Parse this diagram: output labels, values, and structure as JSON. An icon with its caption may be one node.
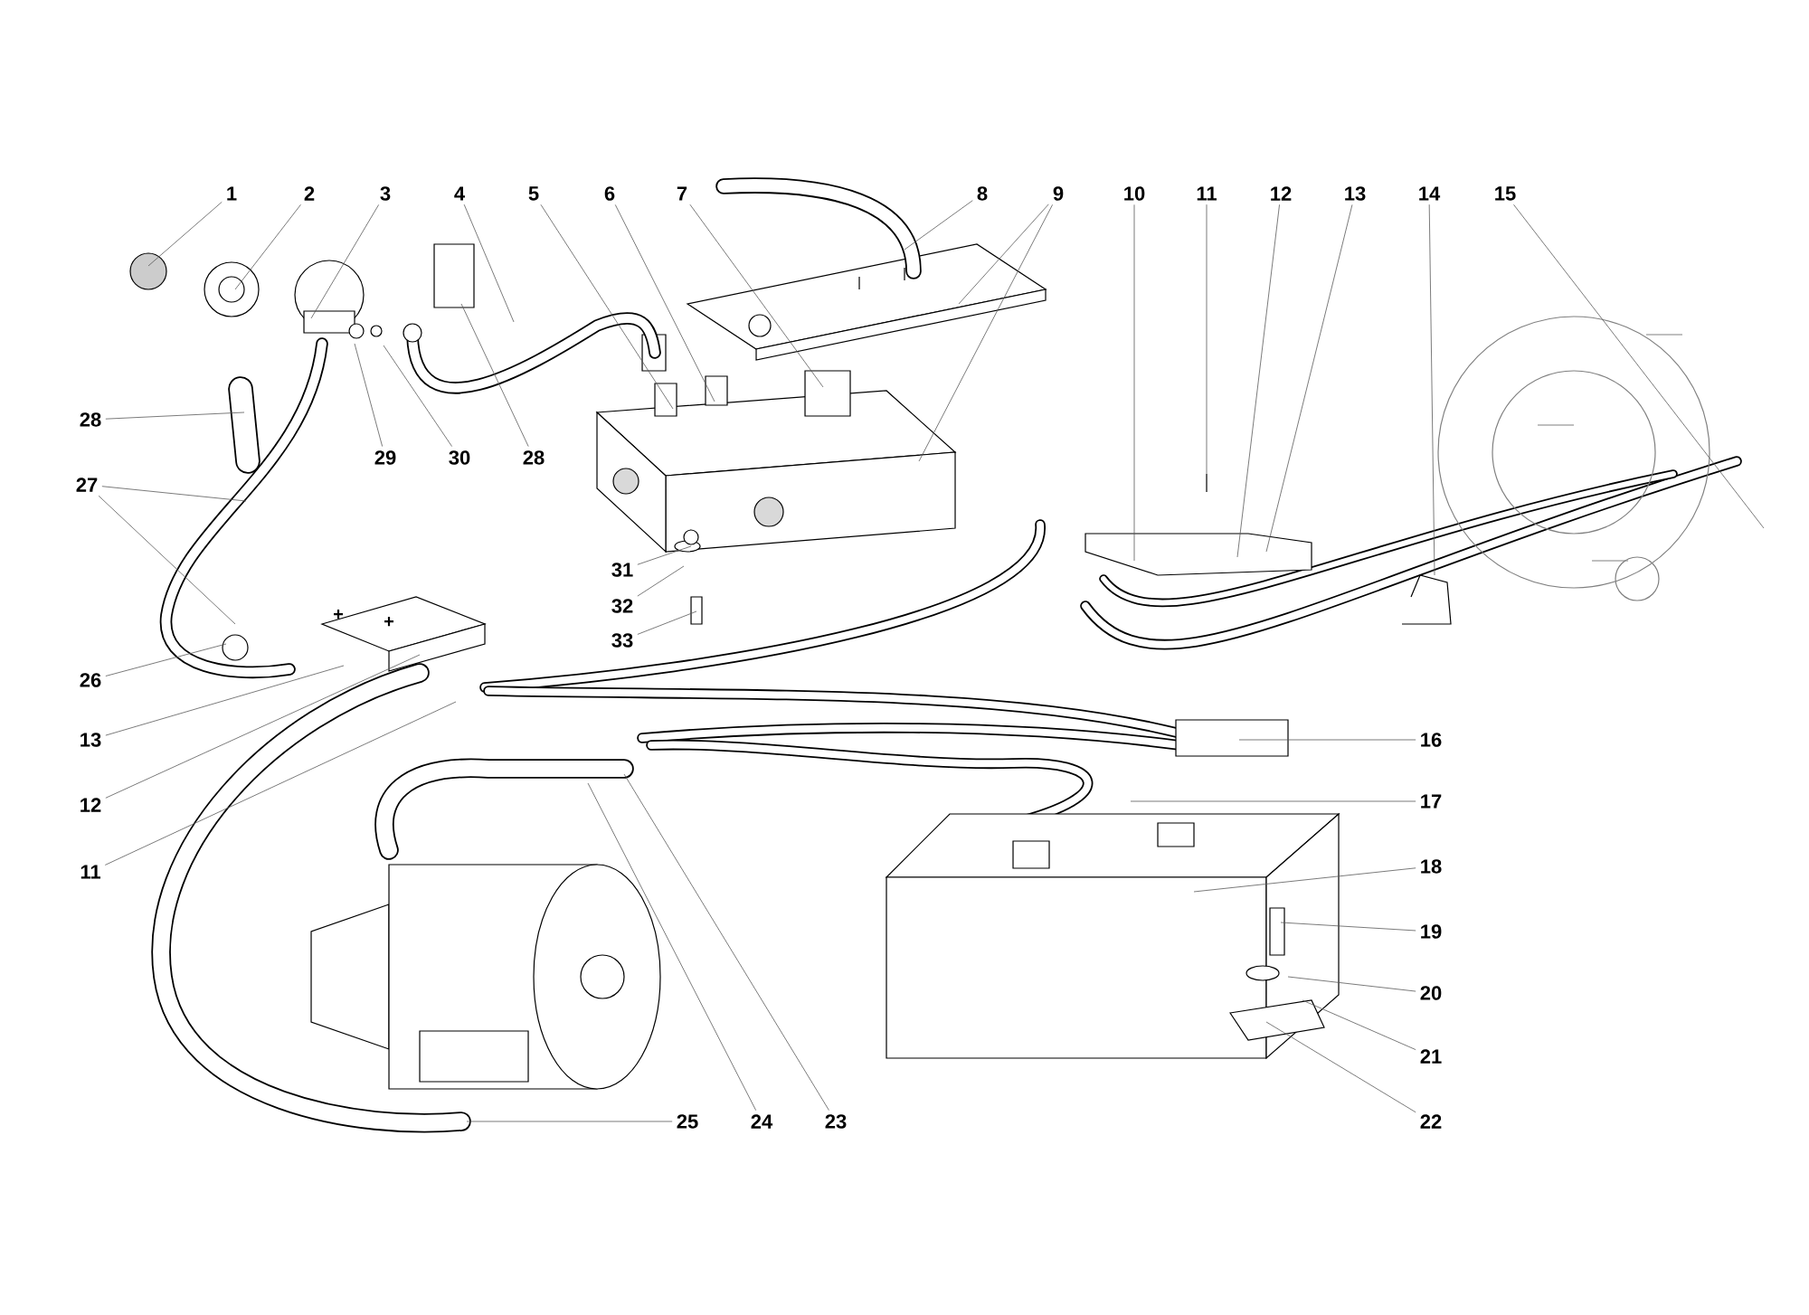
{
  "diagram": {
    "nodes": [
      {
        "text": [
          "1"
        ]
      },
      {
        "text": [
          "2"
        ]
      },
      {
        "text": [
          "3"
        ]
      },
      {
        "text": [
          "4"
        ]
      },
      {
        "text": [
          "5"
        ]
      },
      {
        "text": [
          "6"
        ]
      },
      {
        "text": [
          "7"
        ]
      },
      {
        "text": [
          "8"
        ]
      },
      {
        "text": [
          "9"
        ]
      },
      {
        "text": [
          "10"
        ]
      },
      {
        "text": [
          "11"
        ]
      },
      {
        "text": [
          "12"
        ]
      },
      {
        "text": [
          "13"
        ]
      },
      {
        "text": [
          "14"
        ]
      },
      {
        "text": [
          "15"
        ]
      },
      {
        "text": [
          "28"
        ]
      },
      {
        "text": [
          "27"
        ]
      },
      {
        "text": [
          "29"
        ]
      },
      {
        "text": [
          "30"
        ]
      },
      {
        "text": [
          "28"
        ]
      },
      {
        "text": [
          "31"
        ]
      },
      {
        "text": [
          "32"
        ]
      },
      {
        "text": [
          "33"
        ]
      },
      {
        "text": [
          "26"
        ]
      },
      {
        "text": [
          "13"
        ]
      },
      {
        "text": [
          "12"
        ]
      },
      {
        "text": [
          "11"
        ]
      },
      {
        "text": [
          "16"
        ]
      },
      {
        "text": [
          "17"
        ]
      },
      {
        "text": [
          "18"
        ]
      },
      {
        "text": [
          "19"
        ]
      },
      {
        "text": [
          "20"
        ]
      },
      {
        "text": [
          "21"
        ]
      },
      {
        "text": [
          "22"
        ]
      },
      {
        "text": [
          "25"
        ]
      },
      {
        "text": [
          "24"
        ]
      },
      {
        "text": [
          "23"
        ]
      }
    ],
    "edges": [
      {
        "from": 0,
        "to": null,
        "arrow": "none"
      },
      {
        "from": 1,
        "to": null,
        "arrow": "none"
      },
      {
        "from": 2,
        "to": null,
        "arrow": "none"
      },
      {
        "from": 3,
        "to": null,
        "arrow": "none"
      },
      {
        "from": 4,
        "to": null,
        "arrow": "none"
      },
      {
        "from": 5,
        "to": null,
        "arrow": "none"
      },
      {
        "from": 6,
        "to": null,
        "arrow": "none"
      },
      {
        "from": 7,
        "to": null,
        "arrow": "none"
      },
      {
        "from": 8,
        "to": null,
        "arrow": "none"
      },
      {
        "from": 8,
        "to": null,
        "arrow": "none"
      },
      {
        "from": 9,
        "to": null,
        "arrow": "none"
      },
      {
        "from": 10,
        "to": null,
        "arrow": "none"
      },
      {
        "from": 11,
        "to": null,
        "arrow": "none"
      },
      {
        "from": 12,
        "to": null,
        "arrow": "none"
      },
      {
        "from": 13,
        "to": null,
        "arrow": "none"
      },
      {
        "from": 14,
        "to": null,
        "arrow": "none"
      },
      {
        "from": 15,
        "to": null,
        "arrow": "none"
      },
      {
        "from": 16,
        "to": null,
        "arrow": "none"
      },
      {
        "from": 16,
        "to": null,
        "arrow": "none"
      },
      {
        "from": 17,
        "to": null,
        "arrow": "none"
      },
      {
        "from": 18,
        "to": null,
        "arrow": "none"
      },
      {
        "from": 19,
        "to": null,
        "arrow": "none"
      },
      {
        "from": 20,
        "to": null,
        "arrow": "none"
      },
      {
        "from": 21,
        "to": null,
        "arrow": "none"
      },
      {
        "from": 22,
        "to": null,
        "arrow": "none"
      },
      {
        "from": 23,
        "to": null,
        "arrow": "none"
      },
      {
        "from": 24,
        "to": null,
        "arrow": "none"
      },
      {
        "from": 25,
        "to": null,
        "arrow": "none"
      },
      {
        "from": 26,
        "to": null,
        "arrow": "none"
      },
      {
        "from": 27,
        "to": null,
        "arrow": "none"
      },
      {
        "from": 28,
        "to": null,
        "arrow": "none"
      },
      {
        "from": 29,
        "to": null,
        "arrow": "none"
      },
      {
        "from": 30,
        "to": null,
        "arrow": "none"
      },
      {
        "from": 31,
        "to": null,
        "arrow": "none"
      },
      {
        "from": 32,
        "to": null,
        "arrow": "none"
      },
      {
        "from": 33,
        "to": null,
        "arrow": "none"
      },
      {
        "from": 34,
        "to": null,
        "arrow": "none"
      },
      {
        "from": 35,
        "to": null,
        "arrow": "none"
      },
      {
        "from": 36,
        "to": null,
        "arrow": "none"
      }
    ],
    "labels": [
      "+",
      "+"
    ]
  }
}
